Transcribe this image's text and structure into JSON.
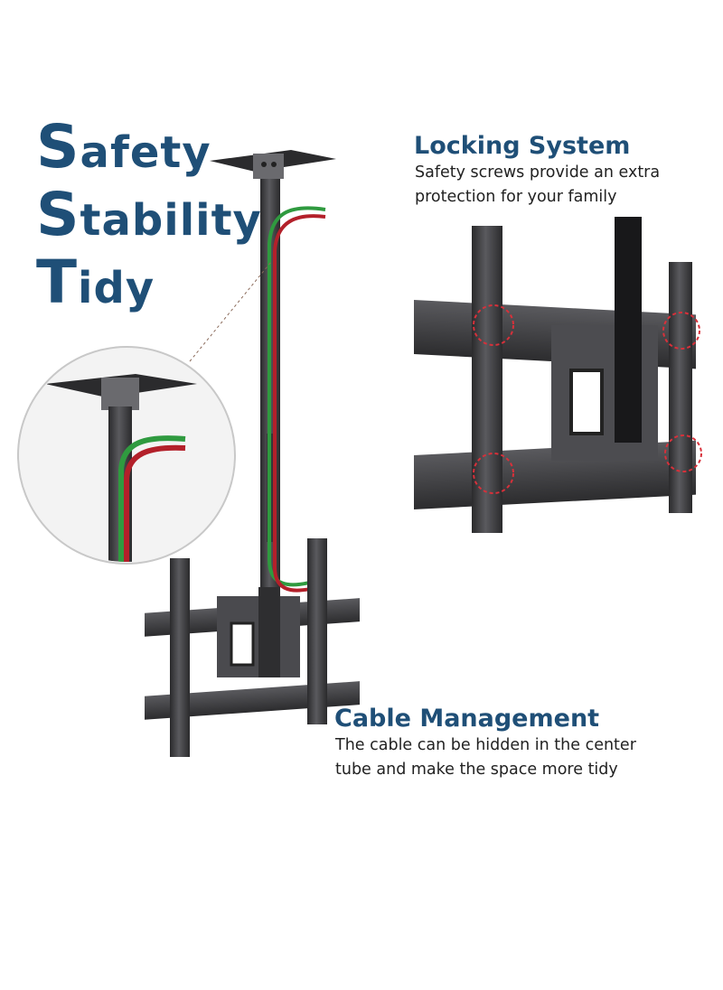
{
  "headline": {
    "safety": {
      "initial": "S",
      "rest": "afety"
    },
    "stability": {
      "initial": "S",
      "rest": "tability"
    },
    "tidy": {
      "initial": "T",
      "rest": "idy"
    }
  },
  "locking": {
    "title": "Locking System",
    "desc_line1": "Safety screws provide an extra",
    "desc_line2": "protection for your family"
  },
  "cable": {
    "title": "Cable Management",
    "desc_line1": "The cable can be hidden in the center",
    "desc_line2": "tube and make the space more tidy"
  },
  "colors": {
    "heading": "#1f4f77",
    "metal": "#3b3b3d",
    "cable_green": "#2f9a3f",
    "cable_red": "#b3202a",
    "highlight": "#d8303a"
  }
}
